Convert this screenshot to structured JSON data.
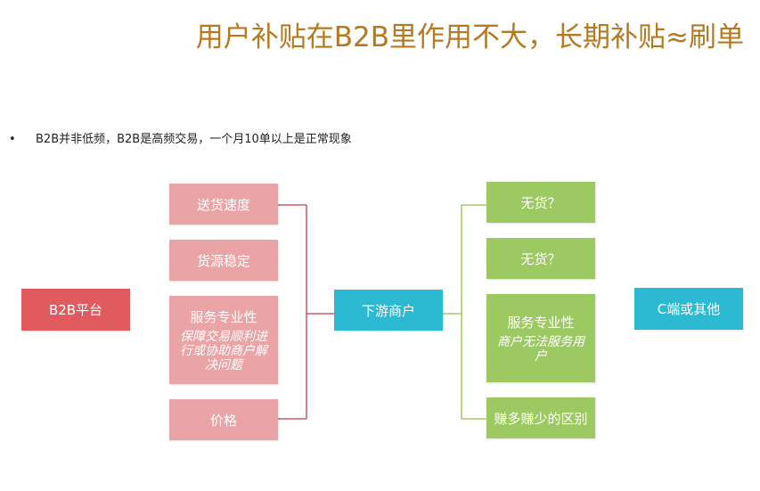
{
  "title": "用户补贴在B2B里作用不大，长期补贴≈刷单",
  "bullet": {
    "marker": "•",
    "text": "B2B并非低频，B2B是高频交易，一个月10单以上是正常现象"
  },
  "diagram": {
    "platform": "B2B平台",
    "factors": [
      {
        "label": "送货速度"
      },
      {
        "label": "货源稳定"
      },
      {
        "label": "服务专业性",
        "sub": "保障交易顺利进行或协助商户解决问题"
      },
      {
        "label": "价格"
      }
    ],
    "merchant": "下游商户",
    "issues": [
      {
        "label": "无货？"
      },
      {
        "label": "无货？"
      },
      {
        "label": "服务专业性",
        "sub": "商户无法服务用户"
      },
      {
        "label": "赚多赚少的区别"
      }
    ],
    "customer": "C端或其他"
  },
  "colors": {
    "title": "#b5791f",
    "platform": "#e05a5e",
    "factor": "#eba4a6",
    "merchant": "#2cb9d2",
    "issue": "#9cc962",
    "left_connector": "#c43a52",
    "right_connector": "#8fbf4f"
  }
}
